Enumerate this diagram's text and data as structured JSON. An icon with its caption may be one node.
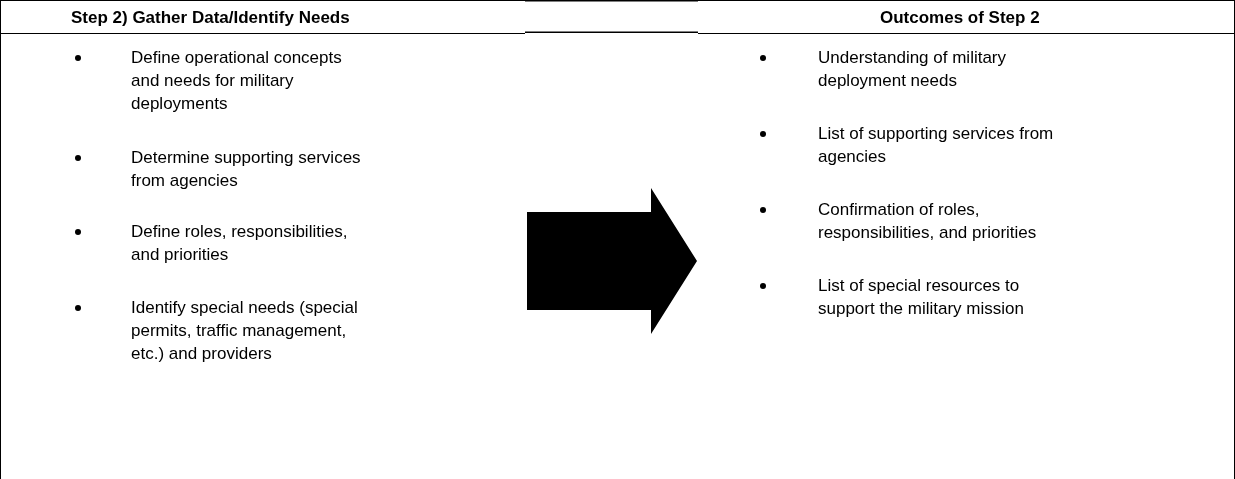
{
  "diagram": {
    "nodes": [
      {
        "text": [
          "Step 2) Gather Data/Identify Needs",
          "Define operational concepts and needs for military deployments",
          "Determine supporting services from agencies",
          "Define roles, responsibilities, and priorities",
          "Identify special needs (special permits, traffic management, etc.) and providers"
        ]
      },
      {
        "text": [
          "Outcomes of Step 2",
          "Understanding of military deployment needs",
          "List of supporting services from agencies",
          "Confirmation of roles, responsibilities, and priorities",
          "List of special resources to support the military mission"
        ]
      }
    ],
    "edges": [
      {
        "from": 0,
        "to": 1,
        "arrow": "to"
      }
    ]
  }
}
